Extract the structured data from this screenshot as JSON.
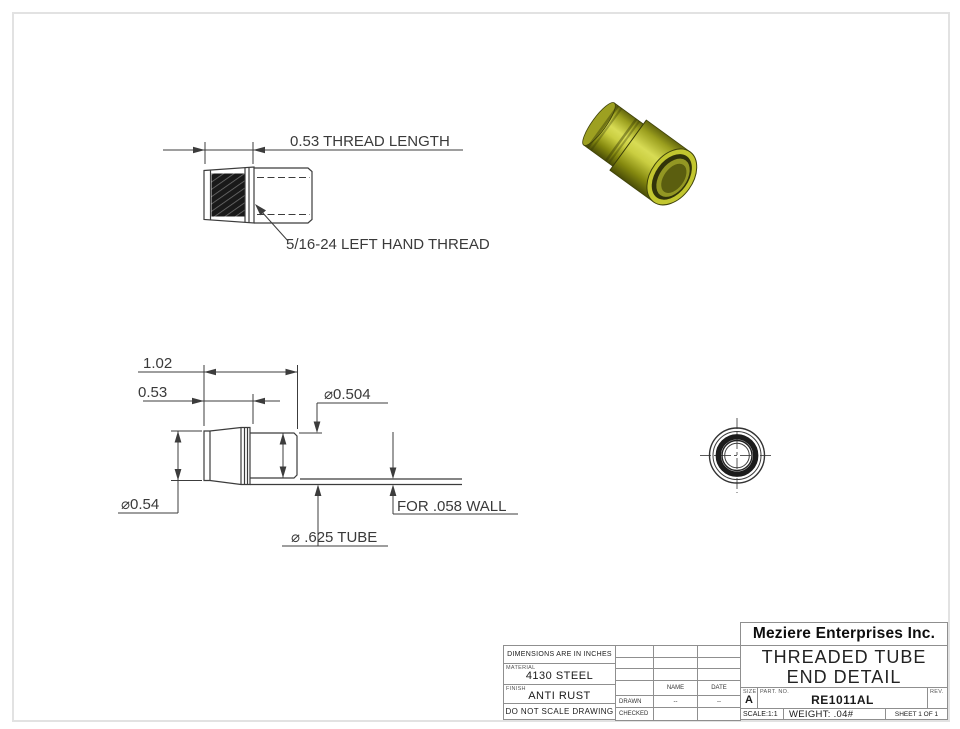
{
  "drawing": {
    "thread_view": {
      "dim_thread_length": "0.53 THREAD LENGTH",
      "note_thread": "5/16-24 LEFT HAND THREAD"
    },
    "profile_view": {
      "dim_overall": "1.02",
      "dim_thread": "0.53",
      "dim_pilot_dia": "⌀0.504",
      "dim_small_dia": "⌀0.54",
      "note_tube": "⌀ .625 TUBE",
      "note_wall": "FOR .058 WALL"
    },
    "colors": {
      "line_color": "#3c3c3c",
      "part_body": "#b7bb2a",
      "part_highlight": "#d8dc55",
      "part_shadow": "#4a4d07"
    }
  },
  "title_block": {
    "company": "Meziere Enterprises Inc.",
    "title_line1": "THREADED TUBE",
    "title_line2": "END DETAIL",
    "dimensions_note": "DIMENSIONS ARE IN INCHES",
    "material_label": "MATERIAL",
    "material_value": "4130 STEEL",
    "finish_label": "FINISH",
    "finish_value": "ANTI RUST",
    "no_scale_note": "DO NOT SCALE DRAWING",
    "col_name": "NAME",
    "col_date": "DATE",
    "row_drawn": "DRAWN",
    "row_checked": "CHECKED",
    "drawn_name": "--",
    "drawn_date": "--",
    "size_label": "SIZE",
    "size_value": "A",
    "part_no_label": "PART. NO.",
    "part_no_value": "RE1011AL",
    "rev_label": "REV.",
    "scale_value": "SCALE:1:1",
    "weight_value": "WEIGHT: .04#",
    "sheet_value": "SHEET 1 OF 1"
  }
}
